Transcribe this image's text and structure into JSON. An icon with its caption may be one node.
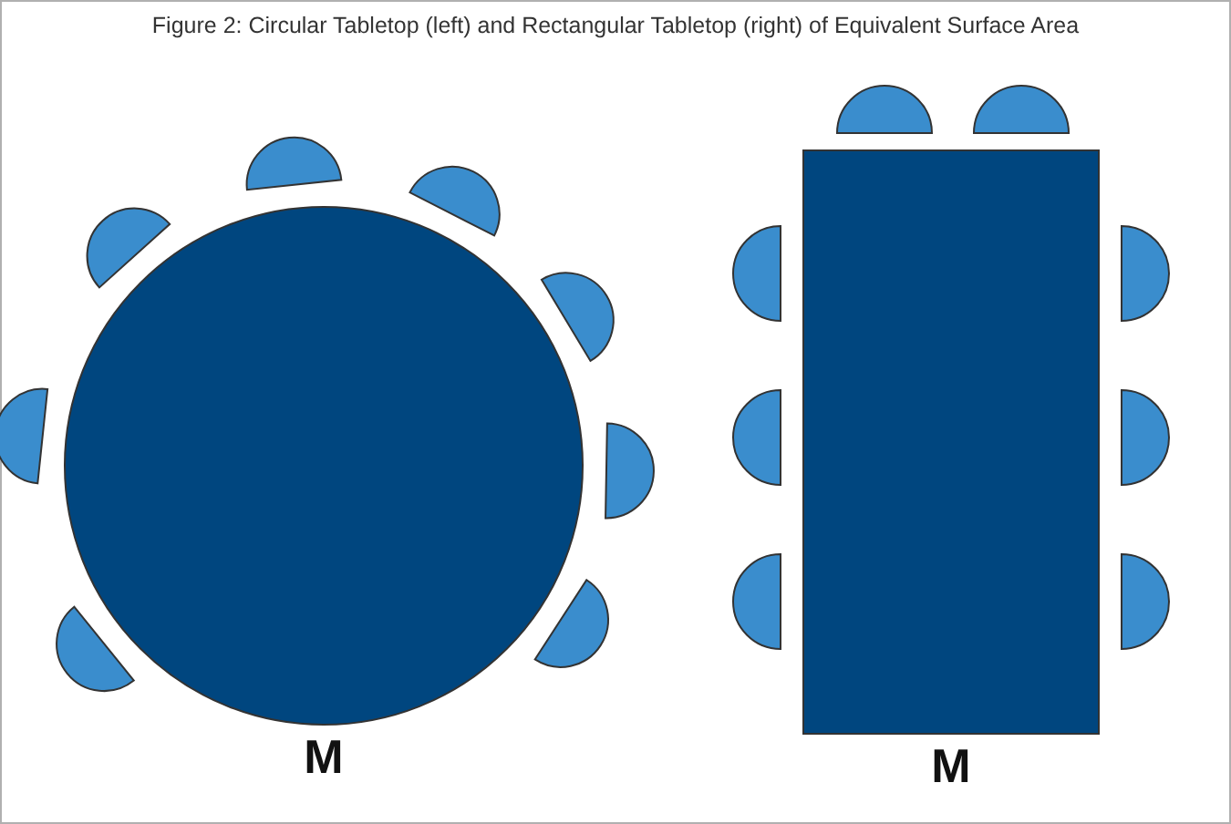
{
  "diagram": {
    "title": "Figure 2: Circular Tabletop (left) and Rectangular Tabletop (right) of Equivalent Surface Area",
    "nodes": [
      {
        "text": [],
        "shape": "circle",
        "beside": [
          "M"
        ]
      },
      {
        "text": [],
        "shape": "box",
        "beside": [
          "M"
        ]
      }
    ]
  }
}
